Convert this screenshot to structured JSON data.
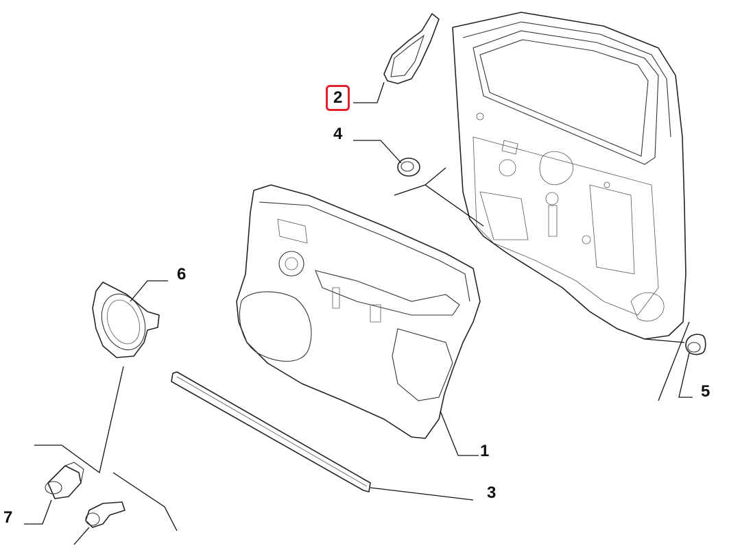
{
  "diagram": {
    "callouts": [
      {
        "label": "1",
        "highlight": false
      },
      {
        "label": "2",
        "highlight": true
      },
      {
        "label": "3",
        "highlight": false
      },
      {
        "label": "4",
        "highlight": false
      },
      {
        "label": "5",
        "highlight": false
      },
      {
        "label": "6",
        "highlight": false
      },
      {
        "label": "7",
        "highlight": false
      }
    ],
    "colors": {
      "highlight": "#e0202c",
      "line": "#111111"
    }
  }
}
